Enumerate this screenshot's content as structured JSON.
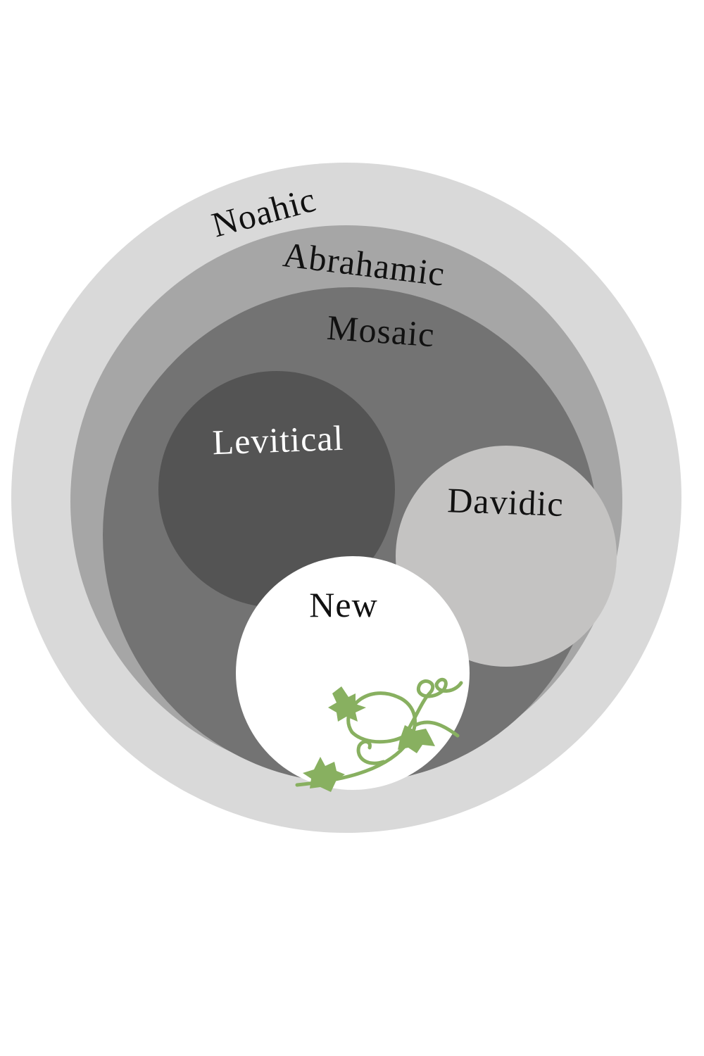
{
  "diagram": {
    "title": "Covenants nested circles",
    "circles": [
      {
        "id": "noahic",
        "label": "Noahic",
        "fill": "#d9d9d9",
        "text_color": "#111111"
      },
      {
        "id": "abrahamic",
        "label": "Abrahamic",
        "fill": "#a6a6a6",
        "text_color": "#111111"
      },
      {
        "id": "mosaic",
        "label": "Mosaic",
        "fill": "#737373",
        "text_color": "#111111"
      },
      {
        "id": "levitical",
        "label": "Levitical",
        "fill": "#545454",
        "text_color": "#ffffff"
      },
      {
        "id": "davidic",
        "label": "Davidic",
        "fill": "#c4c3c2",
        "text_color": "#111111"
      },
      {
        "id": "new",
        "label": "New",
        "fill": "#ffffff",
        "text_color": "#111111"
      }
    ],
    "vine_color": "#88b060",
    "vine_icon": "grapevine-icon"
  }
}
